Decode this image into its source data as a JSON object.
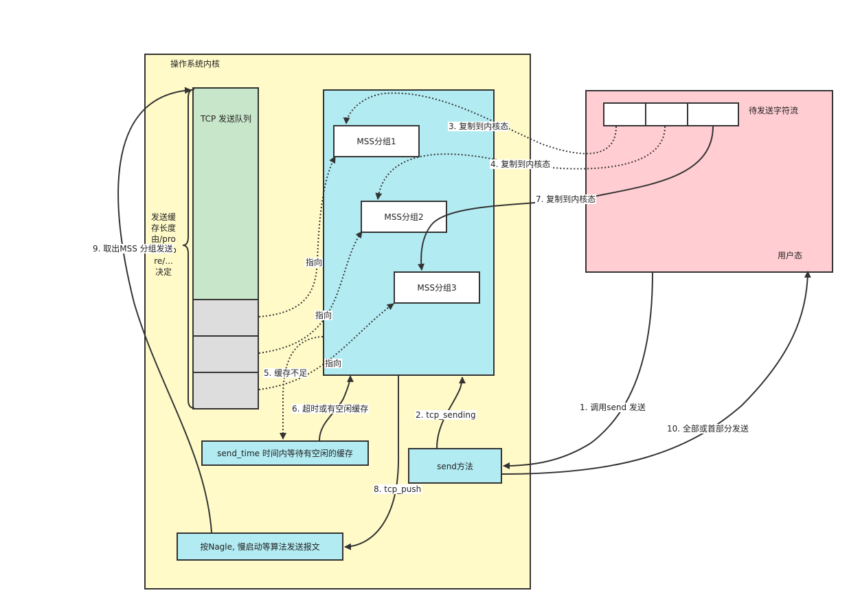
{
  "kernel": {
    "title": "操作系统内核"
  },
  "send_queue": {
    "title": "TCP 发送队列"
  },
  "buffer_note": {
    "lines": [
      "发送缓",
      "存长度",
      "由/pro",
      "net/co",
      "re/...",
      "决定"
    ]
  },
  "mss_groups": [
    "MSS分组1",
    "MSS分组2",
    "MSS分组3"
  ],
  "user_space": {
    "stream_label": "待发送字符流",
    "label": "用户态"
  },
  "boxes": {
    "wait_buffer": "send_time 时间内等待有空闲的缓存",
    "send_method": "send方法",
    "nagle": "按Nagle, 慢启动等算法发送报文"
  },
  "edges": {
    "copy3": "3. 复制到内核态",
    "copy4": "4. 复制到内核态",
    "copy7": "7. 复制到内核态",
    "point": "指向",
    "buffer_short": "5. 缓存不足",
    "timeout": "6. 超时或有空闲缓存",
    "tcp_sending": "2. tcp_sending",
    "tcp_push": "8. tcp_push",
    "fetch_mss": "9. 取出MSS 分组发送",
    "call_send": "1. 调用send 发送",
    "send_all": "10. 全部或首部分发送"
  }
}
